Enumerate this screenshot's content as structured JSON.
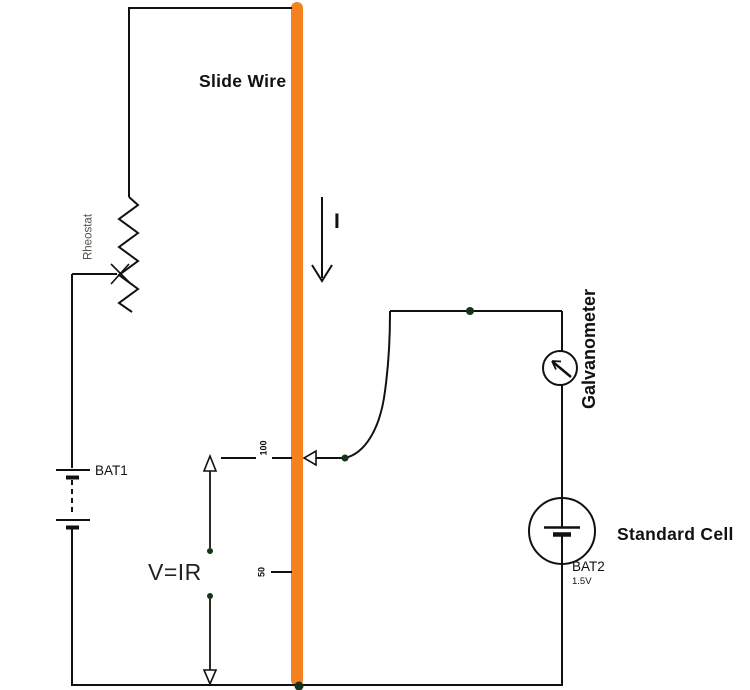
{
  "labels": {
    "slide_wire": "Slide Wire",
    "current": "I",
    "rheostat": "Rheostat",
    "bat1": "BAT1",
    "voltage_equation": "V=IR",
    "tick_100": "100",
    "tick_50": "50",
    "galvanometer": "Galvanometer",
    "standard_cell": "Standard Cell",
    "bat2": "BAT2",
    "bat2_voltage": "1.5V"
  },
  "colors": {
    "slide_wire_bar": "#F5821F",
    "wire": "#111111",
    "junction_dot": "#16341A",
    "rheostat_label": "#56514B"
  }
}
